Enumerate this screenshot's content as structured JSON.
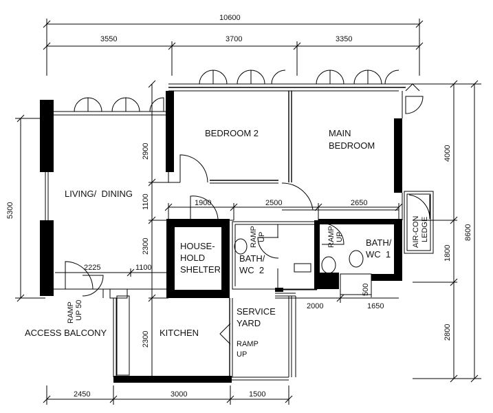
{
  "dimensions": {
    "overall_width": "10600",
    "top_1": "3550",
    "top_2": "3700",
    "top_3": "3350",
    "left_total": "5300",
    "right_total": "8600",
    "right_4000": "4000",
    "right_1800": "1800",
    "right_2800": "2800",
    "v_2900": "2900",
    "v_1100": "1100",
    "v_2300_a": "2300",
    "v_2300_b": "2300",
    "mid_1900": "1900",
    "mid_2500": "2500",
    "mid_2650": "2650",
    "h_2225": "2225",
    "h_1100": "1100",
    "h_2000": "2000",
    "h_1650": "1650",
    "v_500": "500",
    "bottom_2450": "2450",
    "bottom_3000": "3000",
    "bottom_1500": "1500"
  },
  "rooms": {
    "bedroom2": "BEDROOM 2",
    "main_bedroom_1": "MAIN",
    "main_bedroom_2": "BEDROOM",
    "living": "LIVING/  DINING",
    "shelter_1": "HOUSE-",
    "shelter_2": "HOLD",
    "shelter_3": "SHELTER",
    "bath2_1": "BATH/",
    "bath2_2": "WC  2",
    "bath1_1": "BATH/",
    "bath1_2": "WC  1",
    "service_1": "SERVICE",
    "service_2": "YARD",
    "kitchen": "KITCHEN",
    "access_balcony": "ACCESS BALCONY",
    "aircon_1": "AIR-CON",
    "aircon_2": "LEDGE",
    "ramp_1": "RAMP",
    "ramp_up": "UP",
    "ramp_up50": "UP 50"
  }
}
